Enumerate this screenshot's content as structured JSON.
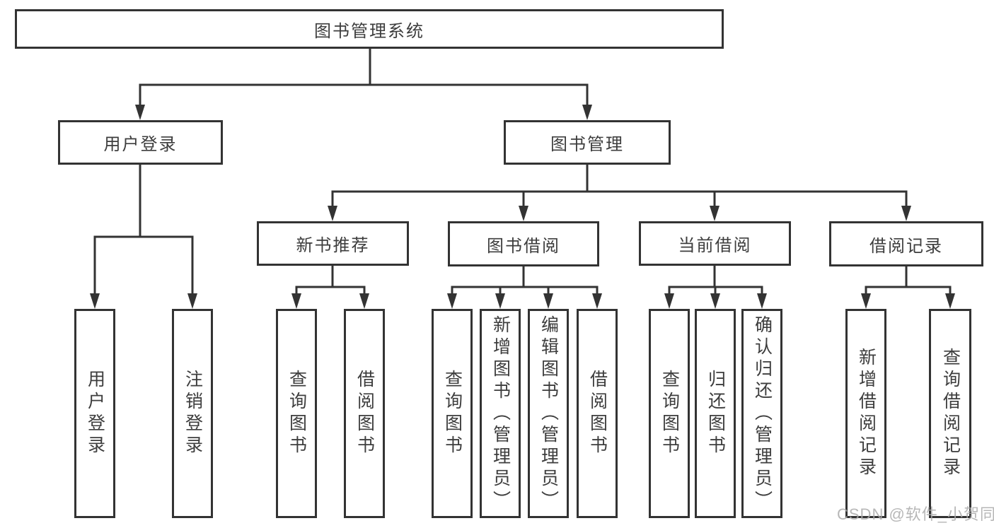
{
  "diagram": {
    "root": {
      "label": "图书管理系统"
    },
    "level2": [
      {
        "label": "用户登录"
      },
      {
        "label": "图书管理"
      }
    ],
    "level3": [
      {
        "label": "新书推荐"
      },
      {
        "label": "图书借阅"
      },
      {
        "label": "当前借阅"
      },
      {
        "label": "借阅记录"
      }
    ],
    "leaves": [
      {
        "label": "用户登录"
      },
      {
        "label": "注销登录"
      },
      {
        "label": "查询图书"
      },
      {
        "label": "借阅图书"
      },
      {
        "label": "查询图书"
      },
      {
        "label": "新增图书（管理员）"
      },
      {
        "label": "编辑图书（管理员）"
      },
      {
        "label": "借阅图书"
      },
      {
        "label": "查询图书"
      },
      {
        "label": "归还图书"
      },
      {
        "label": "确认归还（管理员）"
      },
      {
        "label": "新增借阅记录"
      },
      {
        "label": "查询借阅记录"
      }
    ]
  },
  "watermark": "CSDN @软件_小贺同学",
  "colors": {
    "line": "#333333",
    "border": "#333333",
    "text": "#3d3d3d",
    "background": "#ffffff",
    "watermark": "#aaaaaa"
  }
}
